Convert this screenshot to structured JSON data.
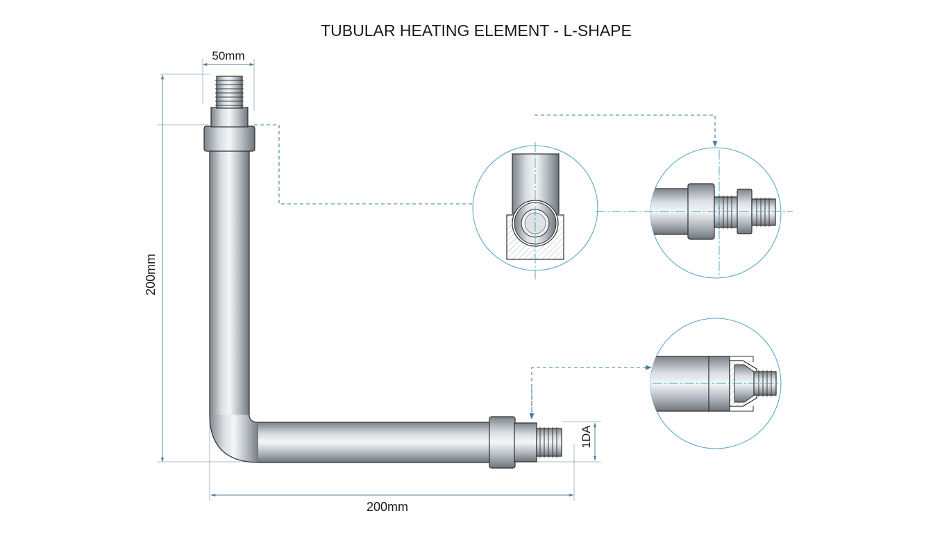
{
  "title": "TUBULAR HEATING ELEMENT - L-SHAPE",
  "dimensions": {
    "terminal_width": "50mm",
    "vertical_height": "200mm",
    "horizontal_length": "200mm",
    "end_diameter": "1DA"
  },
  "colors": {
    "line": "#3f7fa3",
    "detail_circle": "#5aa9c4",
    "metal_dark": "#8a9096",
    "metal_light": "#eef1f3",
    "outline": "#2e2e2e"
  }
}
